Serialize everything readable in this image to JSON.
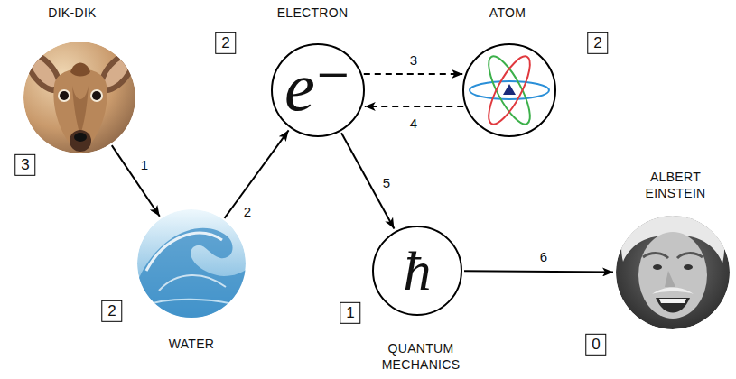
{
  "diagram": {
    "nodes": [
      {
        "text": [
          "DIK-DIK",
          "3"
        ]
      },
      {
        "text": [
          "2",
          "WATER"
        ]
      },
      {
        "text": [
          "ELECTRON",
          "2",
          "e⁻"
        ]
      },
      {
        "text": [
          "ATOM",
          "2"
        ]
      },
      {
        "text": [
          "ħ",
          "1",
          "QUANTUM MECHANICS"
        ]
      },
      {
        "text": [
          "ALBERT EINSTEIN",
          "0"
        ]
      }
    ],
    "edges": [
      {
        "from": 0,
        "to": 1,
        "label": "1",
        "arrow": "to"
      },
      {
        "from": 1,
        "to": 2,
        "label": "2",
        "arrow": "to"
      },
      {
        "from": 2,
        "to": 3,
        "label": "3",
        "arrow": "to"
      },
      {
        "from": 3,
        "to": 2,
        "label": "4",
        "arrow": "to"
      },
      {
        "from": 2,
        "to": 4,
        "label": "5",
        "arrow": "to"
      },
      {
        "from": 4,
        "to": 5,
        "label": "6",
        "arrow": "to"
      }
    ]
  }
}
